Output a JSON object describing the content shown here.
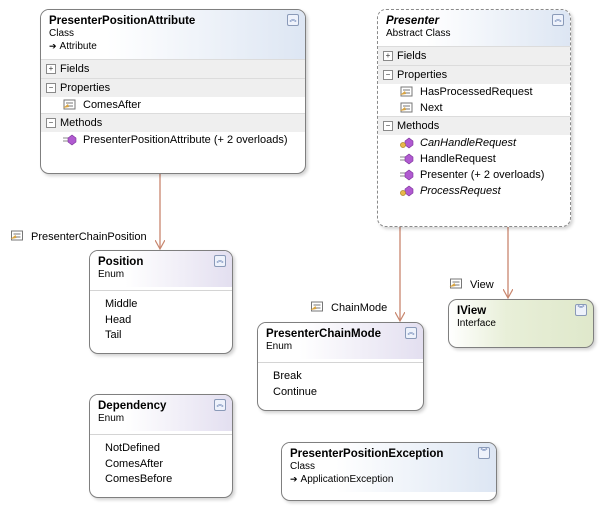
{
  "shapes": {
    "presenter_position_attribute": {
      "title": "PresenterPositionAttribute",
      "kind": "Class",
      "base": "Attribute",
      "sections": {
        "fields": "Fields",
        "properties": "Properties",
        "methods": "Methods"
      },
      "properties": [
        "ComesAfter"
      ],
      "methods": [
        "PresenterPositionAttribute (+ 2 overloads)"
      ]
    },
    "presenter": {
      "title": "Presenter",
      "kind": "Abstract Class",
      "sections": {
        "fields": "Fields",
        "properties": "Properties",
        "methods": "Methods"
      },
      "properties": [
        "HasProcessedRequest",
        "Next"
      ],
      "methods": [
        "CanHandleRequest",
        "HandleRequest",
        "Presenter (+ 2 overloads)",
        "ProcessRequest"
      ]
    },
    "position": {
      "title": "Position",
      "kind": "Enum",
      "values": [
        "Middle",
        "Head",
        "Tail"
      ]
    },
    "dependency": {
      "title": "Dependency",
      "kind": "Enum",
      "values": [
        "NotDefined",
        "ComesAfter",
        "ComesBefore"
      ]
    },
    "presenter_chain_mode": {
      "title": "PresenterChainMode",
      "kind": "Enum",
      "values": [
        "Break",
        "Continue"
      ]
    },
    "iview": {
      "title": "IView",
      "kind": "Interface"
    },
    "presenter_position_exception": {
      "title": "PresenterPositionException",
      "kind": "Class",
      "base": "ApplicationException"
    }
  },
  "associations": {
    "presenter_chain_position": "PresenterChainPosition",
    "chain_mode": "ChainMode",
    "view": "View"
  },
  "colors": {
    "connector": "#c8866e",
    "enum_header": "#e3dff0",
    "class_header": "#dde6f3",
    "interface_fill": "#dfe8cb"
  }
}
